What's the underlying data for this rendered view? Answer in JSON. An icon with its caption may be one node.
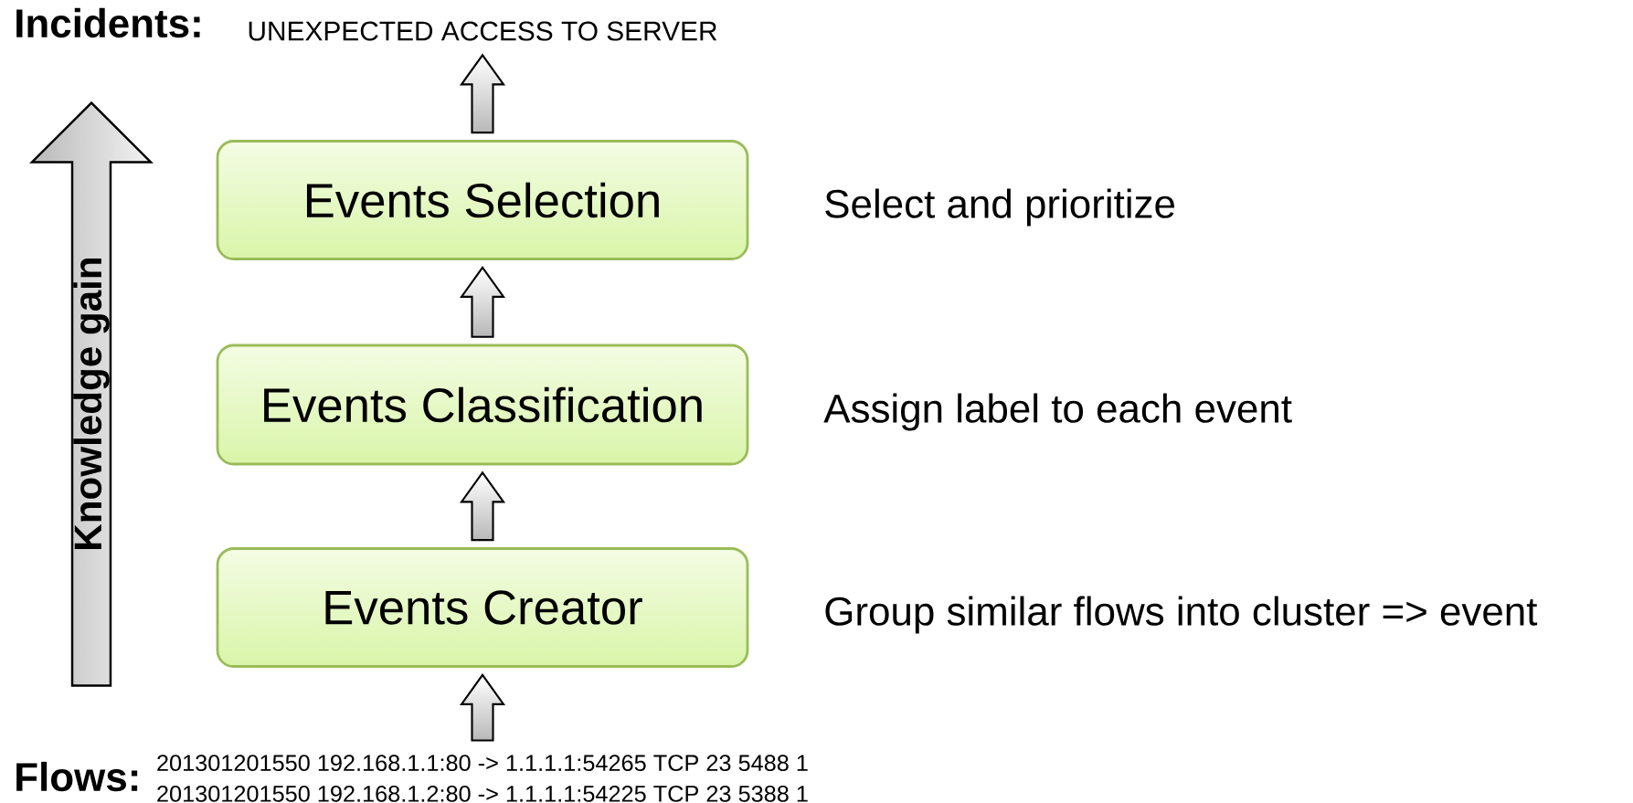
{
  "diagram": {
    "nodes": [
      {
        "text": [
          "UNEXPECTED ACCESS TO SERVER"
        ]
      },
      {
        "text": [
          "Events Selection"
        ],
        "beside": [
          "Select and prioritize"
        ]
      },
      {
        "text": [
          "Events Classification"
        ],
        "beside": [
          "Assign label to each event"
        ]
      },
      {
        "text": [
          "Events Creator"
        ],
        "beside": [
          "Group similar flows into cluster => event"
        ]
      },
      {
        "text": [
          "201301201550 192.168.1.1:80 -> 1.1.1.1:54265 TCP 23 5488 1",
          "201301201550 192.168.1.2:80 -> 1.1.1.1:54225 TCP 23 5388 1"
        ]
      },
      {
        "text": [
          "Knowledge gain"
        ]
      }
    ],
    "edges": [
      {
        "from": 4,
        "to": 3,
        "arrow": "to"
      },
      {
        "from": 3,
        "to": 2,
        "arrow": "to"
      },
      {
        "from": 2,
        "to": 1,
        "arrow": "to"
      },
      {
        "from": 1,
        "to": 0,
        "arrow": "to"
      }
    ],
    "labels": [
      "Incidents:",
      "Flows:"
    ]
  }
}
